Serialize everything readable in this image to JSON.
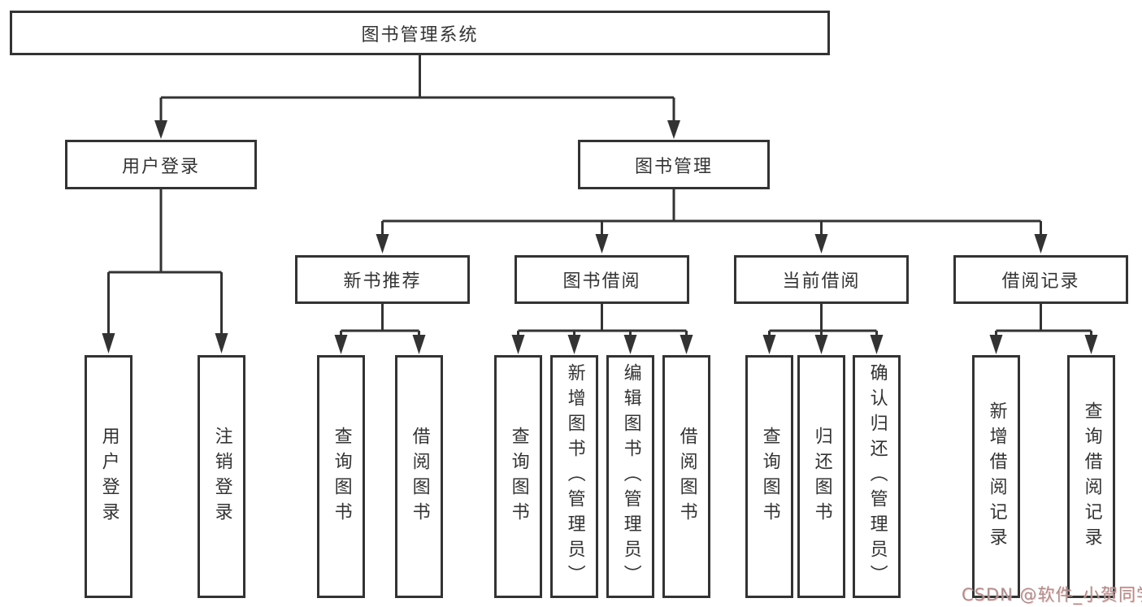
{
  "tree": {
    "root": {
      "label": "图书管理系统"
    },
    "children": [
      {
        "label": "用户登录",
        "children": [
          {
            "label": "用户登录"
          },
          {
            "label": "注销登录"
          }
        ]
      },
      {
        "label": "图书管理",
        "children": [
          {
            "label": "新书推荐",
            "children": [
              {
                "label": "查询图书"
              },
              {
                "label": "借阅图书"
              }
            ]
          },
          {
            "label": "图书借阅",
            "children": [
              {
                "label": "查询图书"
              },
              {
                "label": "新增图书（管理员）"
              },
              {
                "label": "编辑图书（管理员）"
              },
              {
                "label": "借阅图书"
              }
            ]
          },
          {
            "label": "当前借阅",
            "children": [
              {
                "label": "查询图书"
              },
              {
                "label": "归还图书"
              },
              {
                "label": "确认归还（管理员）"
              }
            ]
          },
          {
            "label": "借阅记录",
            "children": [
              {
                "label": "新增借阅记录"
              },
              {
                "label": "查询借阅记录"
              }
            ]
          }
        ]
      }
    ]
  },
  "watermark": {
    "text": "CSDN @软件_小贺同学"
  },
  "colors": {
    "line": "#333333",
    "box_border": "#333333",
    "box_fill": "#ffffff",
    "text": "#333333",
    "background": "#ffffff",
    "watermark": "#a89090"
  }
}
